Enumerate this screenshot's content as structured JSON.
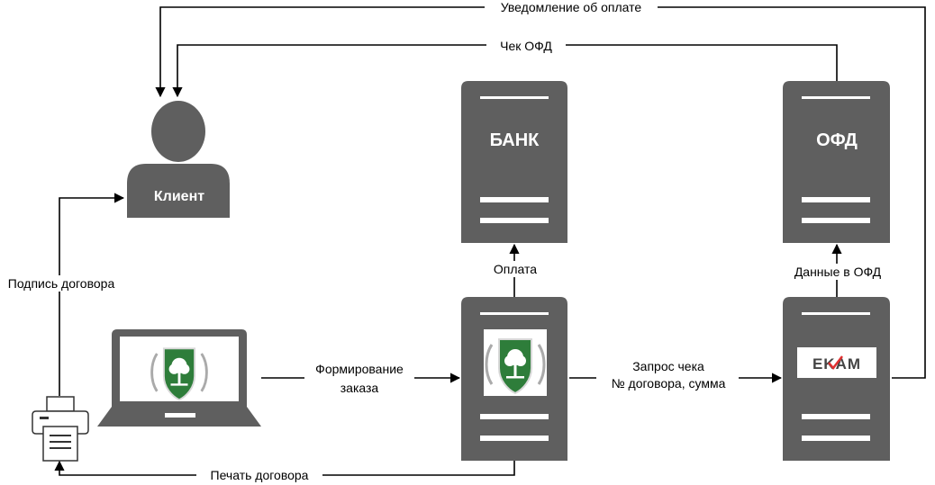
{
  "nodes": {
    "bank": "БАНК",
    "ofd": "ОФД",
    "client": "Клиент",
    "ekam_logo": "EKAM"
  },
  "edges": {
    "payment_notification": "Уведомление об оплате",
    "ofd_receipt": "Чек ОФД",
    "payment": "Оплата",
    "data_to_ofd": "Данные в ОФД",
    "contract_signing": "Подпись договора",
    "order_forming_line1": "Формирование",
    "order_forming_line2": "заказа",
    "receipt_request_line1": "Запрос чека",
    "receipt_request_line2": "№ договора, сумма",
    "contract_printing": "Печать договора"
  },
  "icons": {
    "client": "person-icon",
    "laptop": "laptop-icon",
    "printer": "printer-icon",
    "logo": "tree-crest-logo",
    "ekam_check": "checkmark-icon"
  },
  "colors": {
    "server": "#5f5f5f",
    "logo_green": "#2e7d3a",
    "ekam_red": "#e03030"
  }
}
